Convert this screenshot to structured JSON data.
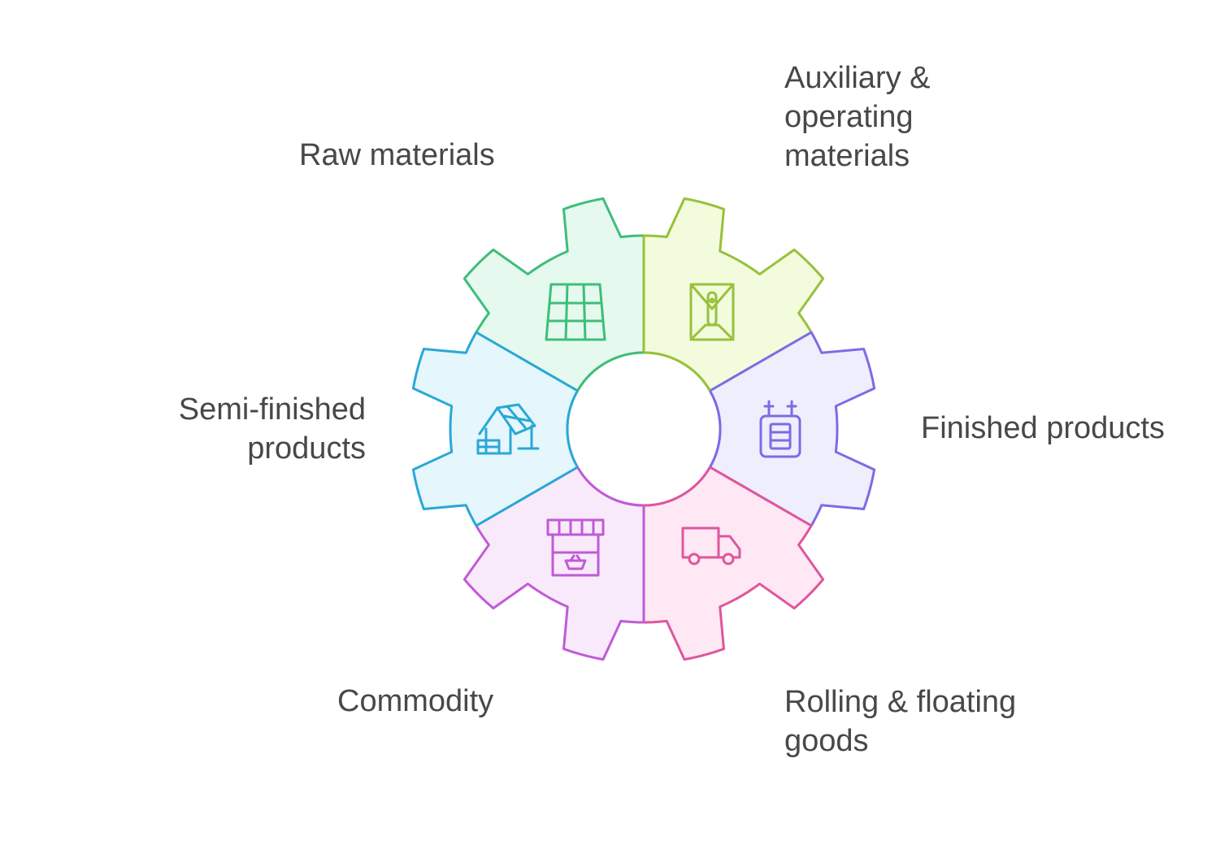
{
  "diagram": {
    "segments": [
      {
        "id": "raw",
        "label": [
          "Raw materials"
        ],
        "icon": "solar-panel-icon",
        "stroke": "#3DBE7A",
        "fill": "#E6F9EE"
      },
      {
        "id": "aux",
        "label": [
          "Auxiliary &",
          "operating",
          "materials"
        ],
        "icon": "envelope-icon",
        "stroke": "#97C13C",
        "fill": "#F2FBDC"
      },
      {
        "id": "fin",
        "label": [
          "Finished products"
        ],
        "icon": "battery-icon",
        "stroke": "#7D6BE6",
        "fill": "#EFEEFC"
      },
      {
        "id": "roll",
        "label": [
          "Rolling & floating",
          "goods"
        ],
        "icon": "truck-icon",
        "stroke": "#E0559E",
        "fill": "#FDE8F3"
      },
      {
        "id": "com",
        "label": [
          "Commodity"
        ],
        "icon": "market-stall-icon",
        "stroke": "#BF5BD6",
        "fill": "#F9EAFB"
      },
      {
        "id": "semi",
        "label": [
          "Semi-finished",
          "products"
        ],
        "icon": "house-solar-icon",
        "stroke": "#29A8D6",
        "fill": "#E5F6FC"
      }
    ]
  }
}
